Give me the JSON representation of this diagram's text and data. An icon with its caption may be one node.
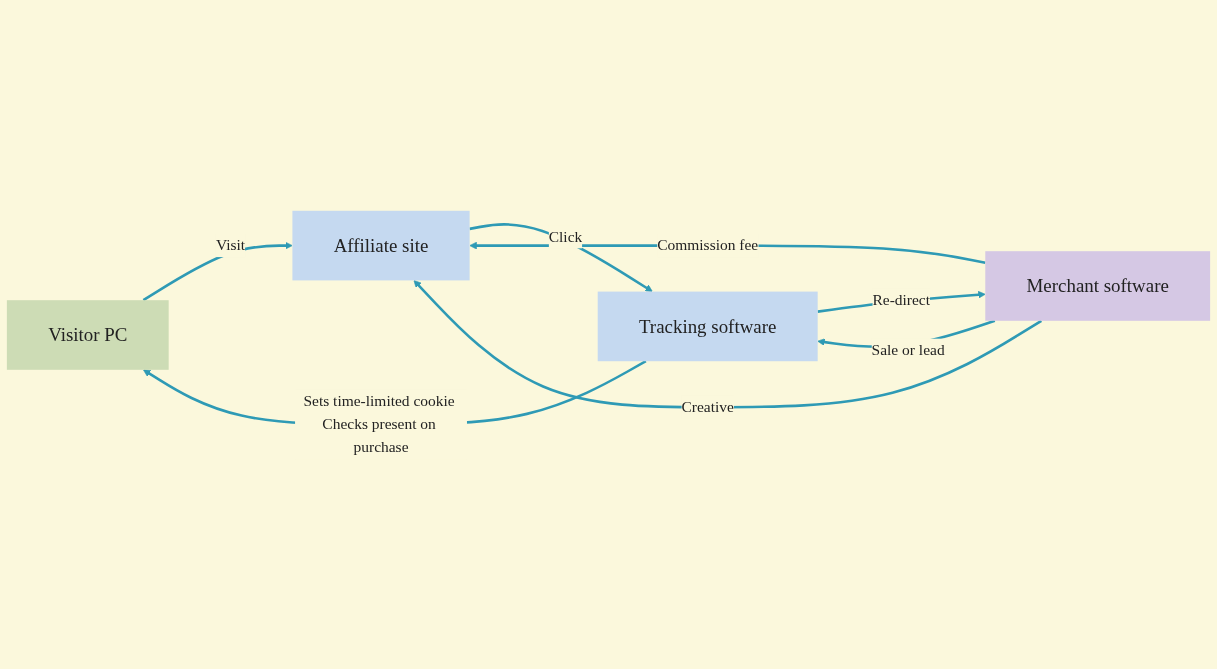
{
  "diagram": {
    "nodes": [
      {
        "text": [
          "Visitor PC"
        ]
      },
      {
        "text": [
          "Affiliate site"
        ]
      },
      {
        "text": [
          "Tracking software"
        ]
      },
      {
        "text": [
          "Merchant software"
        ]
      }
    ],
    "edges": [
      {
        "from": 0,
        "to": 1,
        "arrow": "to",
        "label": "Visit"
      },
      {
        "from": 1,
        "to": 2,
        "arrow": "to",
        "label": "Click"
      },
      {
        "from": 2,
        "to": 3,
        "arrow": "to",
        "label": "Re-direct"
      },
      {
        "from": 3,
        "to": 1,
        "arrow": "to",
        "label": "Commission fee"
      },
      {
        "from": 3,
        "to": 1,
        "arrow": "to",
        "label": "Creative"
      },
      {
        "from": 3,
        "to": 2,
        "arrow": "to",
        "label": "Sale or lead"
      },
      {
        "from": 2,
        "to": 0,
        "arrow": "to",
        "label": "Sets time-limited cookie Checks present on purchase"
      }
    ]
  }
}
